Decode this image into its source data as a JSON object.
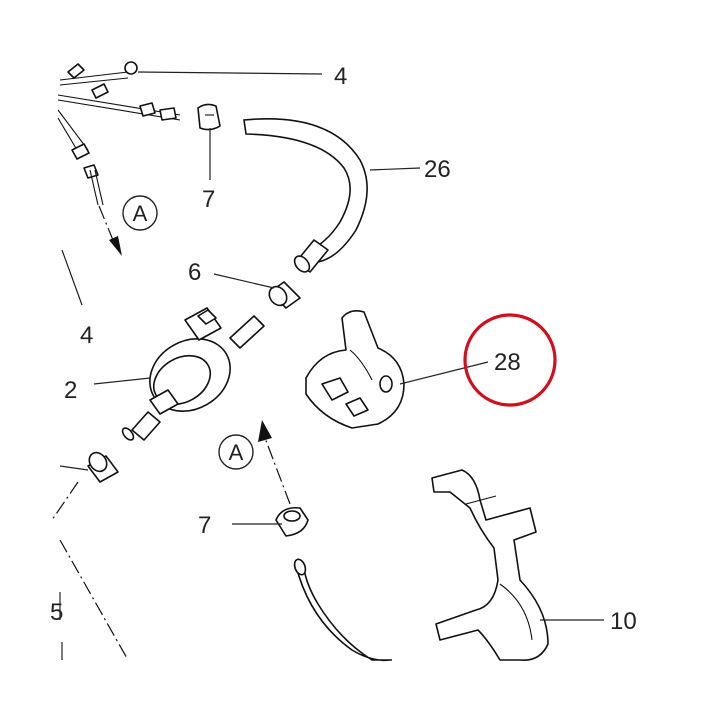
{
  "diagram": {
    "callouts": {
      "c4_top": "4",
      "c26": "26",
      "c7_top": "7",
      "c6": "6",
      "c4_left": "4",
      "c2": "2",
      "c28": "28",
      "c7_bottom": "7",
      "c10": "10",
      "c5_edge": "5"
    },
    "refs": {
      "ref_a_top": "A",
      "ref_a_mid": "A"
    },
    "highlight": {
      "target": "28",
      "color": "#d0101c"
    }
  }
}
